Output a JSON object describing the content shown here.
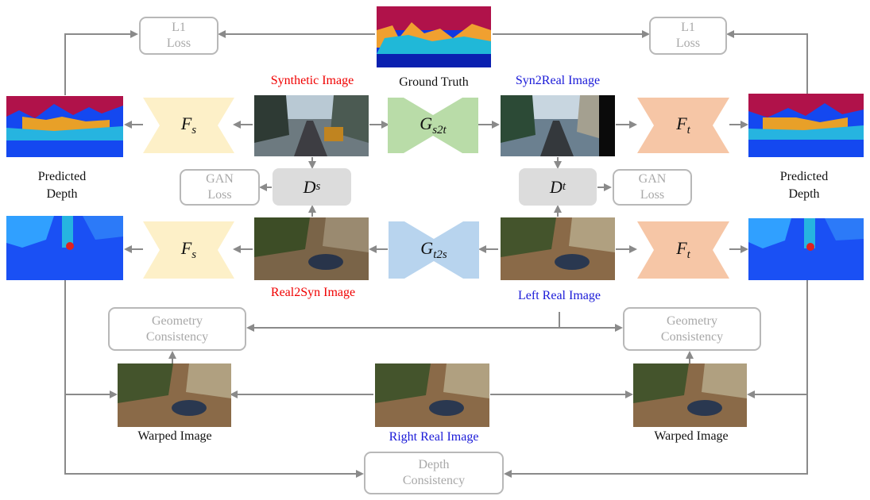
{
  "labels": {
    "synthetic_image": "Synthetic Image",
    "ground_truth": "Ground Truth",
    "syn2real_image": "Syn2Real Image",
    "real2syn_image": "Real2Syn Image",
    "left_real_image": "Left Real Image",
    "right_real_image": "Right Real Image",
    "predicted_depth_left": "Predicted\nDepth",
    "predicted_depth_right": "Predicted\nDepth",
    "warped_image_left": "Warped Image",
    "warped_image_right": "Warped Image"
  },
  "losses": {
    "l1_left": "L1\nLoss",
    "l1_right": "L1\nLoss",
    "gan_left": "GAN\nLoss",
    "gan_right": "GAN\nLoss",
    "geometry_left": "Geometry\nConsistency",
    "geometry_right": "Geometry\nConsistency",
    "depth": "Depth\nConsistency"
  },
  "networks": {
    "fs_top": {
      "base": "F",
      "sub": "s"
    },
    "gs2t": {
      "base": "G",
      "sub": "s2t"
    },
    "ft_top": {
      "base": "F",
      "sub": "t"
    },
    "fs_bottom": {
      "base": "F",
      "sub": "s"
    },
    "gt2s": {
      "base": "G",
      "sub": "t2s"
    },
    "ft_bottom": {
      "base": "F",
      "sub": "t"
    },
    "ds": {
      "base": "D",
      "sub": "s"
    },
    "dt": {
      "base": "D",
      "sub": "t"
    }
  },
  "colors": {
    "label_red": "#f00000",
    "label_blue": "#1a1ad8",
    "fs_fill": "#fdf0c8",
    "gs2t_fill": "#b9dca8",
    "ft_fill": "#f6c6a6",
    "gt2s_fill": "#b8d4ee",
    "disc_fill": "#dcdcdc",
    "loss_border": "#b8b8b8",
    "arrow": "#8a8a8a"
  }
}
